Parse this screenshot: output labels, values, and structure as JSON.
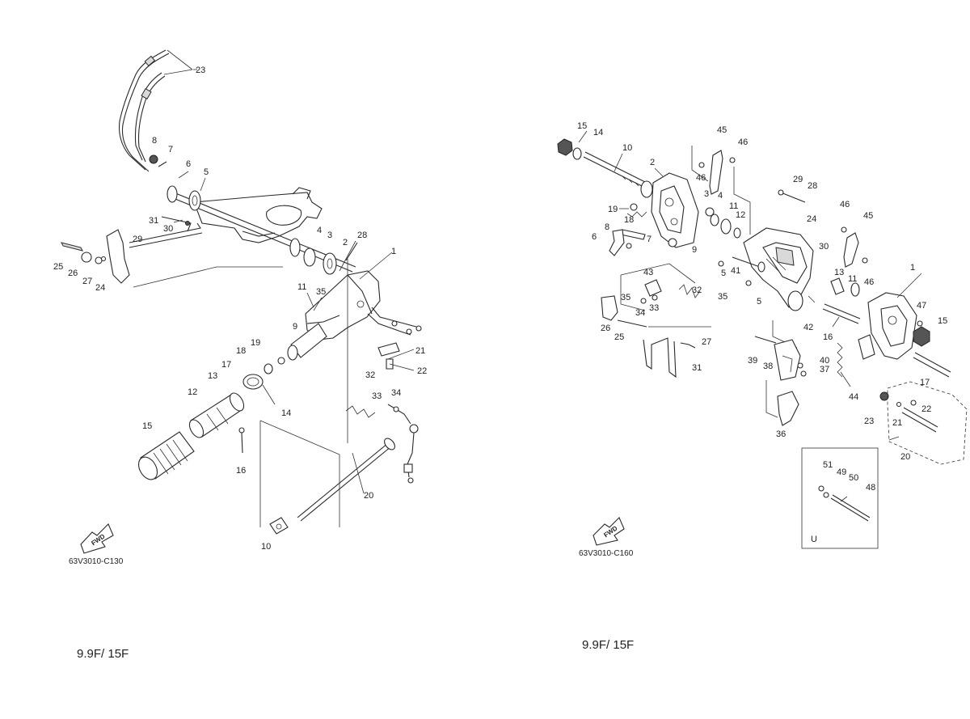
{
  "left_diagram": {
    "code": "63V3010-C130",
    "footer": "9.9F/ 15F",
    "fwd": "FWD",
    "labels": [
      "23",
      "8",
      "7",
      "6",
      "5",
      "31",
      "30",
      "29",
      "25",
      "26",
      "27",
      "24",
      "4",
      "3",
      "2",
      "28",
      "1",
      "11",
      "35",
      "9",
      "19",
      "18",
      "17",
      "13",
      "14",
      "12",
      "15",
      "16",
      "21",
      "22",
      "32",
      "33",
      "34",
      "20",
      "10"
    ]
  },
  "right_diagram": {
    "code": "63V3010-C160",
    "footer": "9.9F/ 15F",
    "fwd": "FWD",
    "labels": [
      "15",
      "14",
      "10",
      "2",
      "45",
      "46",
      "46",
      "19",
      "18",
      "3",
      "4",
      "11",
      "12",
      "29",
      "28",
      "8",
      "7",
      "6",
      "9",
      "24",
      "46",
      "45",
      "30",
      "41",
      "5",
      "13",
      "11",
      "46",
      "1",
      "43",
      "35",
      "34",
      "33",
      "32",
      "35",
      "5",
      "26",
      "25",
      "47",
      "15",
      "42",
      "16",
      "27",
      "31",
      "39",
      "38",
      "40",
      "37",
      "17",
      "44",
      "23",
      "21",
      "22",
      "36",
      "20",
      "51",
      "49",
      "50",
      "48",
      "U"
    ]
  }
}
